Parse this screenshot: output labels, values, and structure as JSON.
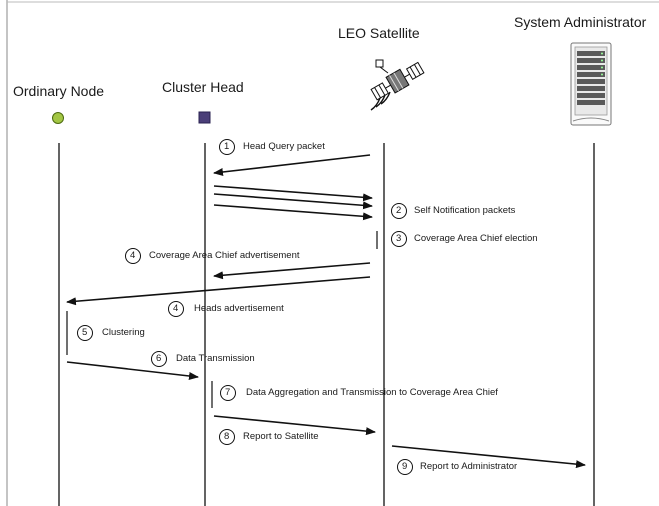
{
  "actors": {
    "ordinary_node": "Ordinary Node",
    "cluster_head": "Cluster Head",
    "leo_satellite": "LEO Satellite",
    "system_administrator": "System Administrator"
  },
  "steps": [
    {
      "num": "1",
      "label": "Head Query packet"
    },
    {
      "num": "2",
      "label": "Self Notification packets"
    },
    {
      "num": "3",
      "label": "Coverage Area Chief election"
    },
    {
      "num": "4",
      "label": "Coverage Area Chief advertisement"
    },
    {
      "num": "4",
      "label": "Heads advertisement"
    },
    {
      "num": "5",
      "label": "Clustering"
    },
    {
      "num": "6",
      "label": "Data Transmission"
    },
    {
      "num": "7",
      "label": "Data Aggregation and Transmission to Coverage Area Chief"
    },
    {
      "num": "8",
      "label": "Report  to Satellite"
    },
    {
      "num": "9",
      "label": "Report  to Administrator"
    }
  ],
  "colors": {
    "ordinary_node_marker": "#a3c644",
    "cluster_head_marker": "#4b3f79",
    "line": "#111111"
  },
  "icons": {
    "satellite": "satellite-icon",
    "server": "server-rack-icon"
  }
}
